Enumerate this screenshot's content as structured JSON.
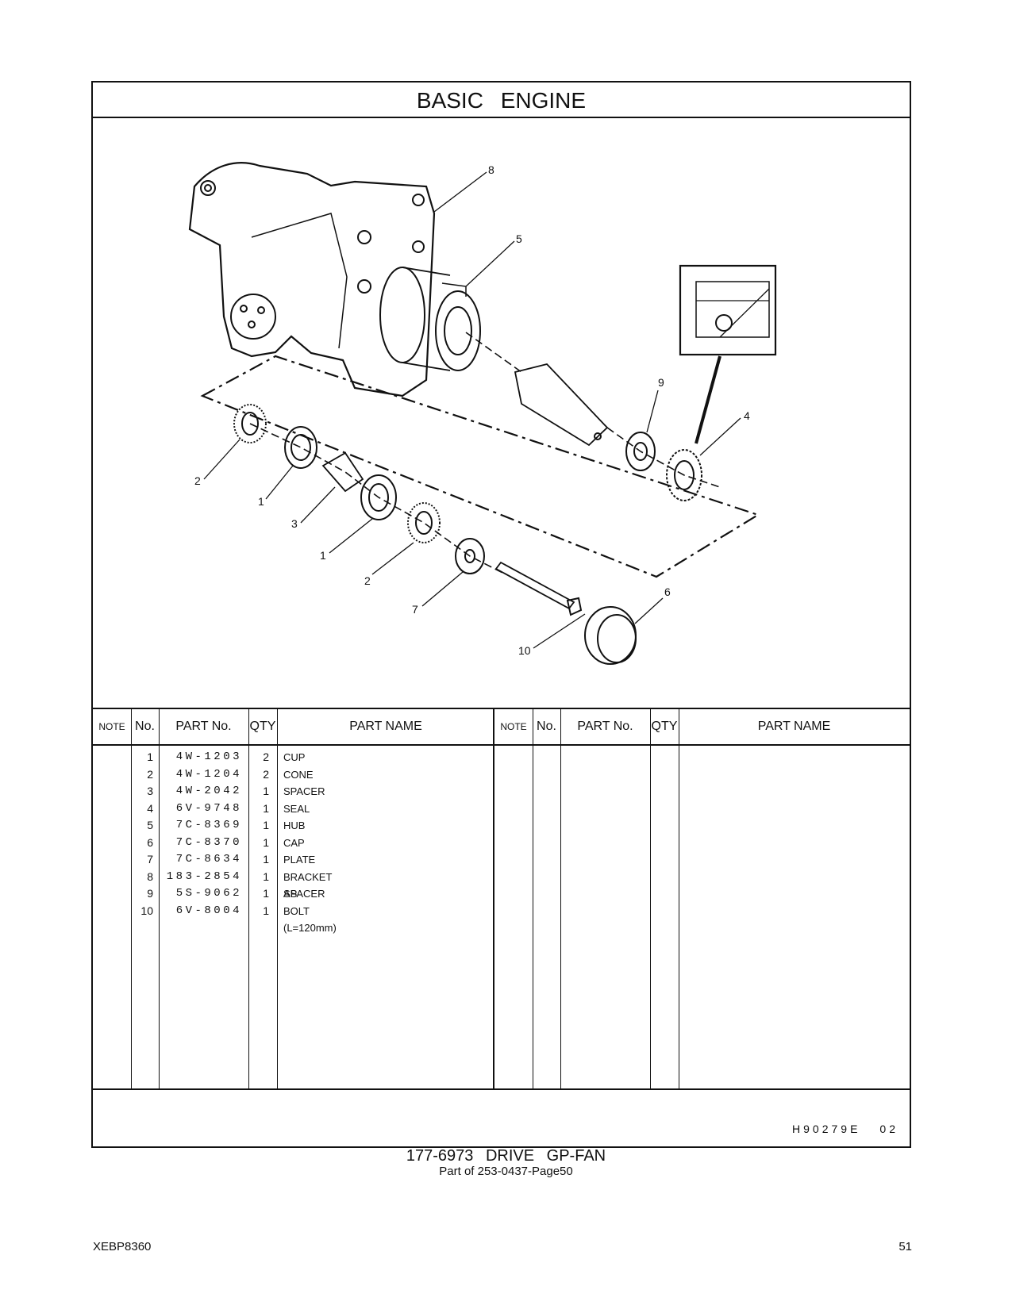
{
  "section_title": "BASIC   ENGINE",
  "callouts": [
    "8",
    "5",
    "9",
    "4",
    "2",
    "1",
    "3",
    "1",
    "2",
    "7",
    "6",
    "10"
  ],
  "table": {
    "headers": [
      "NOTE",
      "No.",
      "PART No.",
      "QTY",
      "PART NAME",
      "NOTE",
      "No.",
      "PART No.",
      "QTY",
      "PART NAME"
    ],
    "rows": [
      {
        "no": "1",
        "part": "4W-1203",
        "qty": "2",
        "name": "CUP"
      },
      {
        "no": "2",
        "part": "4W-1204",
        "qty": "2",
        "name": "CONE"
      },
      {
        "no": "3",
        "part": "4W-2042",
        "qty": "1",
        "name": "SPACER"
      },
      {
        "no": "4",
        "part": "6V-9748",
        "qty": "1",
        "name": "SEAL"
      },
      {
        "no": "5",
        "part": "7C-8369",
        "qty": "1",
        "name": "HUB"
      },
      {
        "no": "6",
        "part": "7C-8370",
        "qty": "1",
        "name": "CAP"
      },
      {
        "no": "7",
        "part": "7C-8634",
        "qty": "1",
        "name": "PLATE"
      },
      {
        "no": "8",
        "part": "183-2854",
        "qty": "1",
        "name": "BRACKET  AS"
      },
      {
        "no": "9",
        "part": "5S-9062",
        "qty": "1",
        "name": "SPACER"
      },
      {
        "no": "10",
        "part": "6V-8004",
        "qty": "1",
        "name": "BOLT (L=120mm)"
      }
    ]
  },
  "illustration_code": "H90279E",
  "illustration_rev": "02",
  "caption_title": "177-6973  DRIVE  GP-FAN",
  "caption_sub": "Part of 253-0437-Page50",
  "doc_number": "XEBP8360",
  "page_number": "51"
}
